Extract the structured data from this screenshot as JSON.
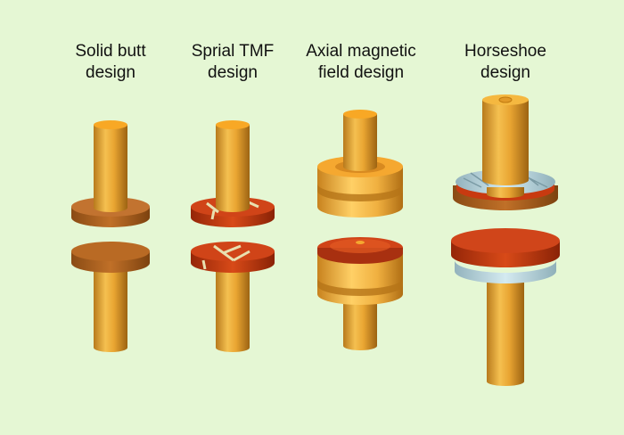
{
  "designs": [
    {
      "id": "solid-butt",
      "label": "Solid butt\ndesign"
    },
    {
      "id": "spiral-tmf",
      "label": "Sprial TMF\ndesign"
    },
    {
      "id": "axial-magnetic-field",
      "label": "Axial magnetic\nfield design"
    },
    {
      "id": "horseshoe",
      "label": "Horseshoe\ndesign"
    }
  ],
  "colors": {
    "background": "#e5f7d4",
    "copper_rod": "#f0a830",
    "contact_brown": "#b5651d",
    "contact_red": "#c83a10",
    "ceramic_blue": "#b8d4dc"
  }
}
